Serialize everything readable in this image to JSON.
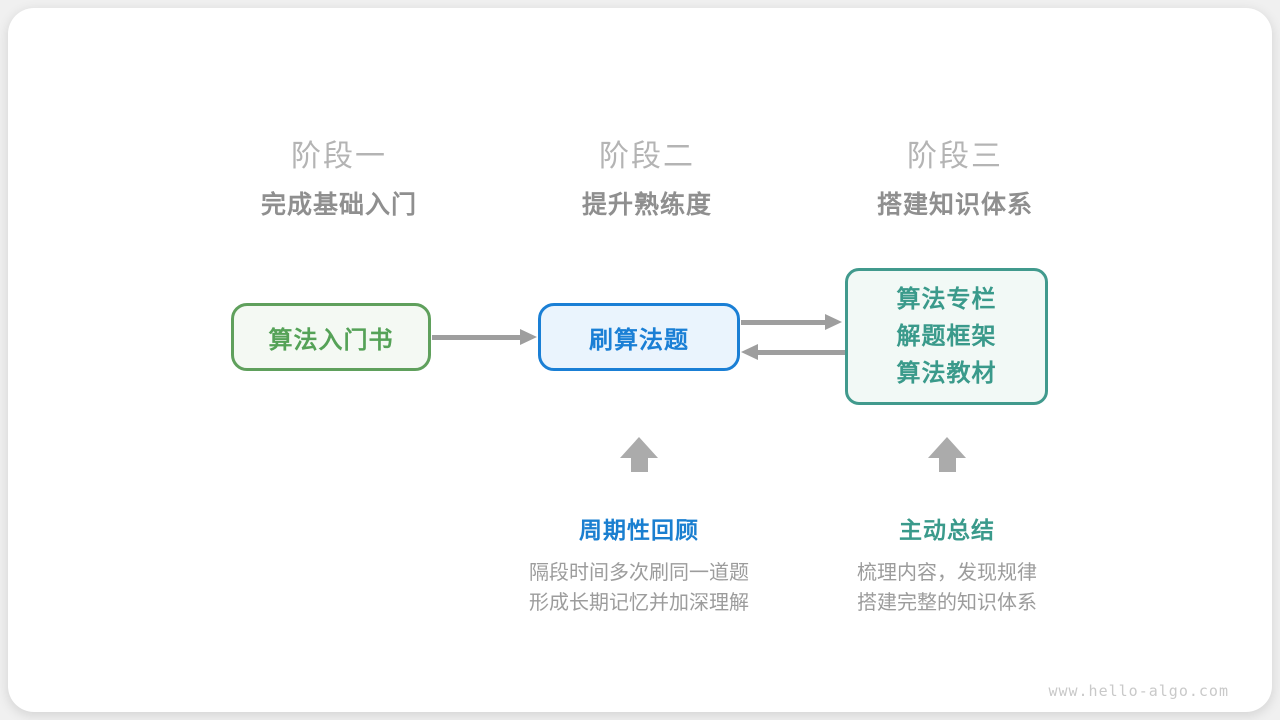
{
  "stages": [
    {
      "title": "阶段一",
      "subtitle": "完成基础入门"
    },
    {
      "title": "阶段二",
      "subtitle": "提升熟练度"
    },
    {
      "title": "阶段三",
      "subtitle": "搭建知识体系"
    }
  ],
  "boxes": {
    "entry_book": {
      "label": "算法入门书"
    },
    "practice": {
      "label": "刷算法题"
    },
    "knowledge": {
      "lines": [
        "算法专栏",
        "解题框架",
        "算法教材"
      ]
    }
  },
  "annotations": {
    "review": {
      "title": "周期性回顾",
      "lines": [
        "隔段时间多次刷同一道题",
        "形成长期记忆并加深理解"
      ]
    },
    "summary": {
      "title": "主动总结",
      "lines": [
        "梳理内容，发现规律",
        "搭建完整的知识体系"
      ]
    }
  },
  "watermark": "www.hello-algo.com",
  "colors": {
    "green": "#5fa05c",
    "blue": "#1a7fd5",
    "teal": "#419a8d",
    "arrow_gray": "#9e9e9e",
    "block_arrow_gray": "#ababab"
  }
}
